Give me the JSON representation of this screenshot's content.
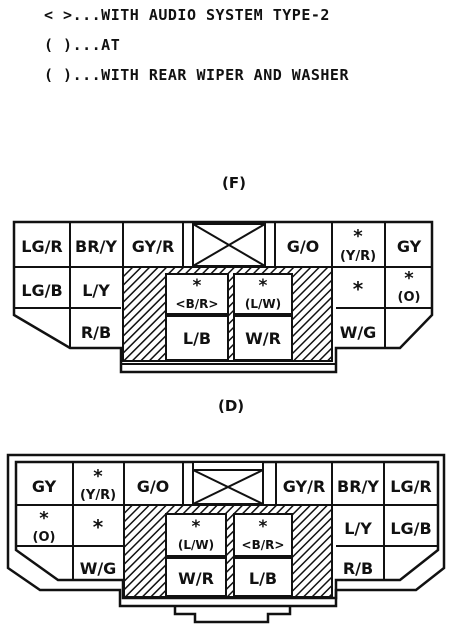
{
  "legend": [
    "< >...WITH AUDIO SYSTEM TYPE-2",
    "( )...AT",
    "( )...WITH REAR WIPER AND WASHER"
  ],
  "connector_f": {
    "title": "(F)",
    "left_top": [
      "LG/R",
      "BR/Y",
      "GY/R"
    ],
    "left_mid": [
      "LG/B",
      "L/Y"
    ],
    "left_bot": [
      "R/B"
    ],
    "right_top": [
      "G/O",
      "(Y/R)",
      "GY"
    ],
    "right_mid": [
      "*",
      "(O)"
    ],
    "right_bot": [
      "W/G"
    ],
    "center_top": [
      "<B/R>",
      "(L/W)"
    ],
    "center_bot": [
      "L/B",
      "W/R"
    ],
    "star": "*"
  },
  "connector_d": {
    "title": "(D)",
    "left_top": [
      "GY",
      "(Y/R)",
      "G/O"
    ],
    "left_mid": [
      "(O)",
      "*"
    ],
    "left_bot": [
      "W/G"
    ],
    "right_top": [
      "GY/R",
      "BR/Y",
      "LG/R"
    ],
    "right_mid": [
      "L/Y",
      "LG/B"
    ],
    "right_bot": [
      "R/B"
    ],
    "center_top": [
      "(L/W)",
      "<B/R>"
    ],
    "center_bot": [
      "W/R",
      "L/B"
    ],
    "star": "*"
  }
}
